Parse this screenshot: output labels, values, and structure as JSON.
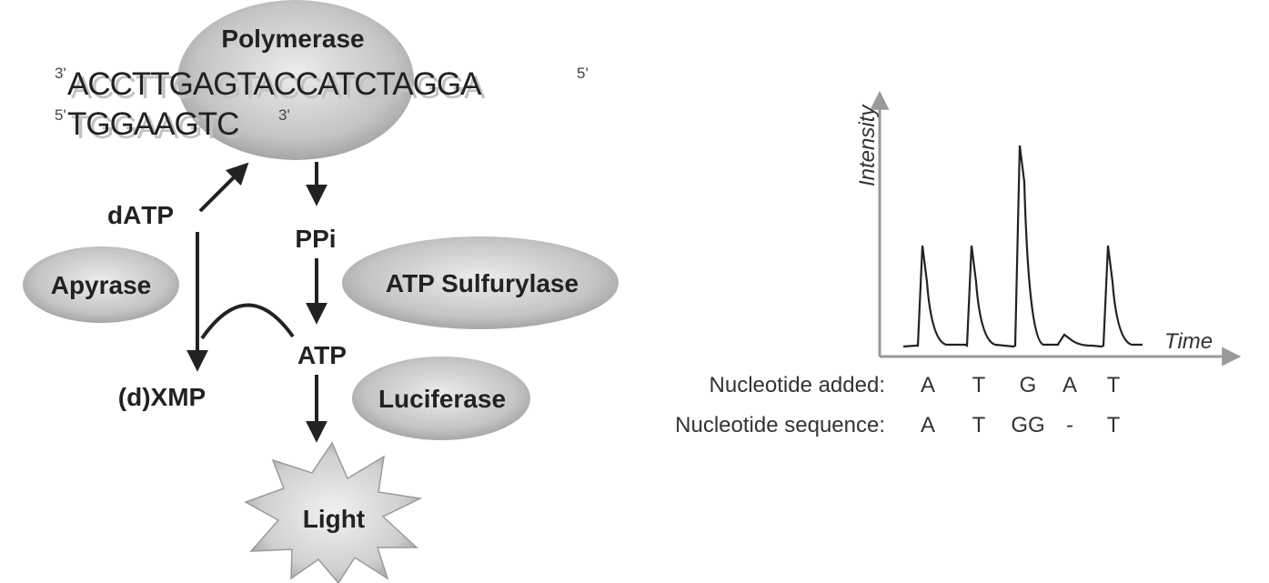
{
  "diagram": {
    "polymerase": "Polymerase",
    "template_strand": {
      "prime_start": "3'",
      "sequence": "ACCTTGAGTACCATCTAGGA",
      "prime_end": "5'"
    },
    "primer_strand": {
      "prime_start": "5'",
      "sequence": "TGGAAGTC",
      "prime_end": "3'"
    },
    "datp": "dAТP",
    "ppi": "PPi",
    "atp": "ATP",
    "dxmp": "(d)XMP",
    "apyrase": "Apyrase",
    "atp_sulfurylase": "ATP Sulfurylase",
    "luciferase": "Luciferase",
    "light": "Light"
  },
  "chart_data": {
    "type": "line",
    "xlabel": "Time",
    "ylabel": "Intensity",
    "peaks": [
      {
        "nucleotide": "A",
        "intensity": 1
      },
      {
        "nucleotide": "T",
        "intensity": 1
      },
      {
        "nucleotide": "G",
        "intensity": 2
      },
      {
        "nucleotide": "A",
        "intensity": 0
      },
      {
        "nucleotide": "T",
        "intensity": 1
      }
    ]
  },
  "table": {
    "added_label": "Nucleotide added:",
    "added": [
      "A",
      "T",
      "G",
      "A",
      "T"
    ],
    "sequence_label": "Nucleotide sequence:",
    "sequence": [
      "A",
      "T",
      "GG",
      "-",
      "T"
    ]
  },
  "colors": {
    "ellipse_light": "#e6e6e6",
    "ellipse_dark": "#9a9a9a",
    "axis": "#999999",
    "ink": "#222222"
  }
}
